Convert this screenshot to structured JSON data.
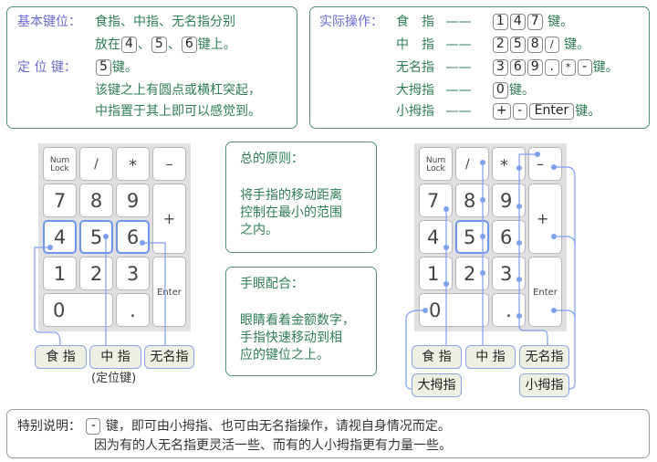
{
  "basic_panel": {
    "label_basic": "基本键位：",
    "text_basic_1": "食指、中指、无名指分别",
    "text_basic_2a": "放在",
    "key_4": "4",
    "sep1": "、",
    "key_5": "5",
    "sep2": "、",
    "key_6": "6",
    "text_basic_2b": "键上。",
    "label_anchor": "定 位 键：",
    "anchor_key": "5",
    "anchor_suffix": "键。",
    "text_anchor_1": "该键之上有圆点或横杠突起，",
    "text_anchor_2": "中指置于其上即可以感觉到。"
  },
  "practice_panel": {
    "label": "实际操作：",
    "rows": [
      {
        "finger": "食　指",
        "dash": "——",
        "keys": [
          "1",
          "4",
          "7"
        ],
        "suffix": "键。"
      },
      {
        "finger": "中　指",
        "dash": "——",
        "keys": [
          "2",
          "5",
          "8",
          "/"
        ],
        "suffix": "键。"
      },
      {
        "finger": "无名指",
        "dash": "——",
        "keys": [
          "3",
          "6",
          "9",
          ".",
          "*",
          "-"
        ],
        "suffix": "键。"
      },
      {
        "finger": "大拇指",
        "dash": "——",
        "keys": [
          "0"
        ],
        "suffix": "键。"
      },
      {
        "finger": "小拇指",
        "dash": "——",
        "keys": [
          "+",
          "-",
          "Enter"
        ],
        "suffix": "键。"
      }
    ]
  },
  "principle_panel": {
    "title": "总的原则：",
    "line1": "将手指的移动距离",
    "line2": "控制在最小的范围",
    "line3": "之内。"
  },
  "coordination_panel": {
    "title": "手眼配合：",
    "line1": "眼睛看着金额数字，",
    "line2": "手指快速移动到相",
    "line3": "应的键位之上。"
  },
  "keypad_left": {
    "keys": {
      "numlock_1": "Num",
      "numlock_2": "Lock",
      "slash": "/",
      "star": "*",
      "minus": "–",
      "k7": "7",
      "k8": "8",
      "k9": "9",
      "plus": "+",
      "k4": "4",
      "k5": "5",
      "k6": "6",
      "k1": "1",
      "k2": "2",
      "k3": "3",
      "enter": "Enter",
      "k0": "0",
      "dot": "."
    },
    "tags": {
      "index": "食 指",
      "middle": "中 指",
      "ring": "无名指",
      "middle_note": "(定位键)"
    }
  },
  "keypad_right": {
    "keys": {
      "numlock_1": "Num",
      "numlock_2": "Lock",
      "slash": "/",
      "star": "*",
      "minus": "–",
      "k7": "7",
      "k8": "8",
      "k9": "9",
      "plus": "+",
      "k4": "4",
      "k5": "5",
      "k6": "6",
      "k1": "1",
      "k2": "2",
      "k3": "3",
      "enter": "Enter",
      "k0": "0",
      "dot": "."
    },
    "tags": {
      "index": "食 指",
      "middle": "中 指",
      "ring": "无名指",
      "thumb": "大拇指",
      "pinky": "小拇指"
    }
  },
  "note_panel": {
    "label": "特别说明：",
    "key": "-",
    "line1": "键，即可由小拇指、也可由无名指操作，请视自身情况而定。",
    "line2": "因为有的人无名指更灵活一些、而有的人小拇指更有力量一些。"
  },
  "colors": {
    "green_text": "#2e7d55",
    "blue_label": "#6a6ad0",
    "highlight_blue": "#6f95f0",
    "panel_border": "#4f8f6c",
    "tag_bg": "#efefe4"
  }
}
